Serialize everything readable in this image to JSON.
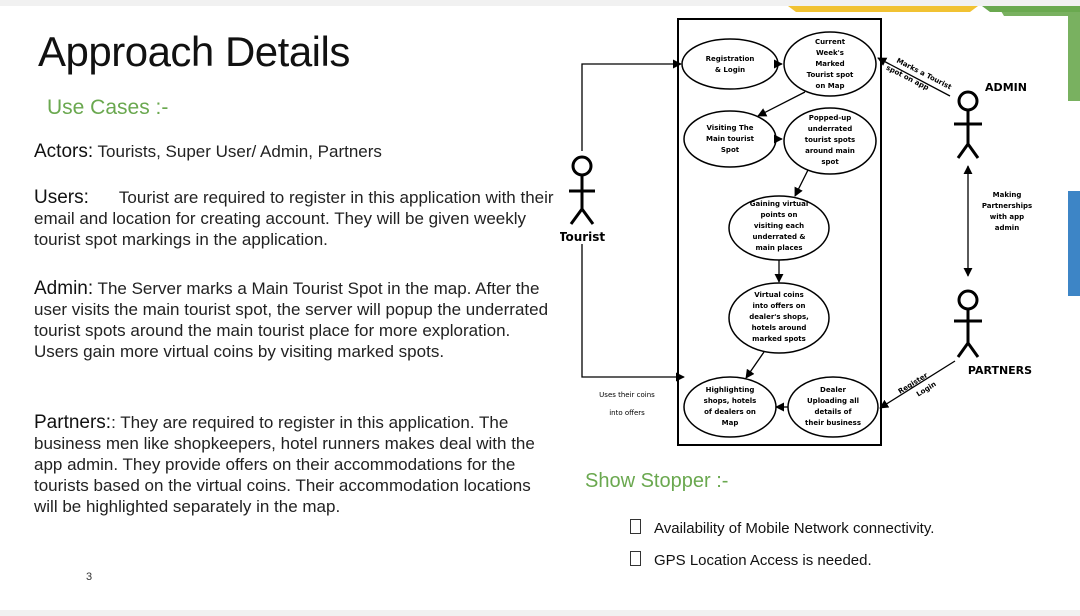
{
  "title": "Approach Details",
  "use_cases": {
    "heading": "Use Cases :-",
    "actors_term": "Actors:",
    "actors_text": " Tourists, Super User/ Admin, Partners",
    "users_term": "Users:",
    "users_text": "Tourist are required to register in this application with their email and location for creating account. They will be given weekly tourist spot markings in the application.",
    "admin_term": "Admin:",
    "admin_text": " The Server marks a Main Tourist Spot in the map. After the user visits the main tourist spot, the server will popup the underrated tourist spots around the main tourist place for more exploration. Users gain more virtual coins by  visiting marked spots.",
    "partners_term": "Partners:",
    "partners_text": ": They are required to register in this application. The business men like shopkeepers, hotel runners  makes deal with the app admin. They provide offers on their accommodations for the tourists based on the virtual coins. Their accommodation locations will be highlighted separately in the map."
  },
  "page_number": "3",
  "diagram": {
    "actor_tourist": "Tourist",
    "actor_admin": "ADMIN",
    "actor_partners": "PARTNERS",
    "registration": [
      "Registration",
      "& Login"
    ],
    "current_weeks": [
      "Current",
      "Week's",
      "Marked",
      "Tourist spot",
      "on Map"
    ],
    "visiting_main": [
      "Visiting The",
      "Main tourist",
      "Spot"
    ],
    "popped_up": [
      "Popped-up",
      "underrated",
      "tourist spots",
      "around main",
      "spot"
    ],
    "gaining_coins": [
      "Gaining virtual",
      "points on",
      "visiting each",
      "underrated &",
      "main places"
    ],
    "virtual_coins": [
      "Virtual coins",
      "into offers on",
      "dealer's shops,",
      "hotels around",
      "marked spots"
    ],
    "highlighting": [
      "Highlighting",
      "shops, hotels",
      "of dealers on",
      "Map"
    ],
    "dealer_uploading": [
      "Dealer",
      "Uploading all",
      "details of",
      "their business"
    ],
    "marks_tourist": [
      "Marks a Tourist",
      "spot on app"
    ],
    "making_partnerships": [
      "Making",
      "Partnerships",
      "with app",
      "admin"
    ],
    "register_login": [
      "Register",
      "Login"
    ],
    "uses_coins": [
      "Uses their coins",
      "into offers"
    ]
  },
  "show_stopper": {
    "heading": "Show Stopper :-",
    "items": [
      "Availability of Mobile Network connectivity.",
      "GPS Location Access is needed."
    ]
  }
}
